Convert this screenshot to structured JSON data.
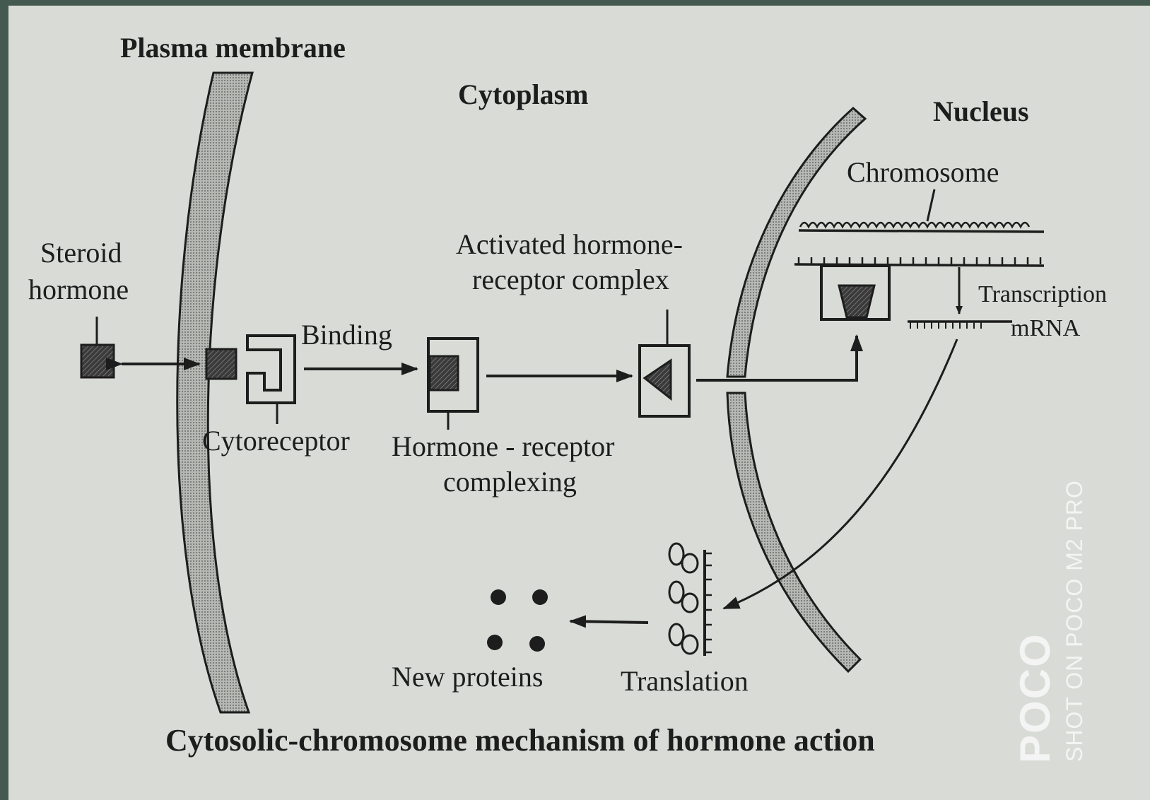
{
  "labels": {
    "plasma_membrane": "Plasma membrane",
    "cytoplasm": "Cytoplasm",
    "nucleus": "Nucleus",
    "chromosome": "Chromosome",
    "steroid_hormone_line1": "Steroid",
    "steroid_hormone_line2": "hormone",
    "binding": "Binding",
    "activated_complex_line1": "Activated hormone-",
    "activated_complex_line2": "receptor complex",
    "transcription": "Transcription",
    "mrna": "mRNA",
    "cytoreceptor": "Cytoreceptor",
    "complexing_line1": "Hormone - receptor",
    "complexing_line2": "complexing",
    "new_proteins": "New proteins",
    "translation": "Translation"
  },
  "caption": "Cytosolic-chromosome mechanism of hormone action",
  "watermark": {
    "brand": "POCO",
    "shot_on": "SHOT ON POCO M2 PRO"
  },
  "colors": {
    "page": "#d9dcd6",
    "ink": "#1d1d1d",
    "membrane_fill": "#a9aca6",
    "photo_border": "#44594f",
    "watermark": "#f4f4f4"
  }
}
